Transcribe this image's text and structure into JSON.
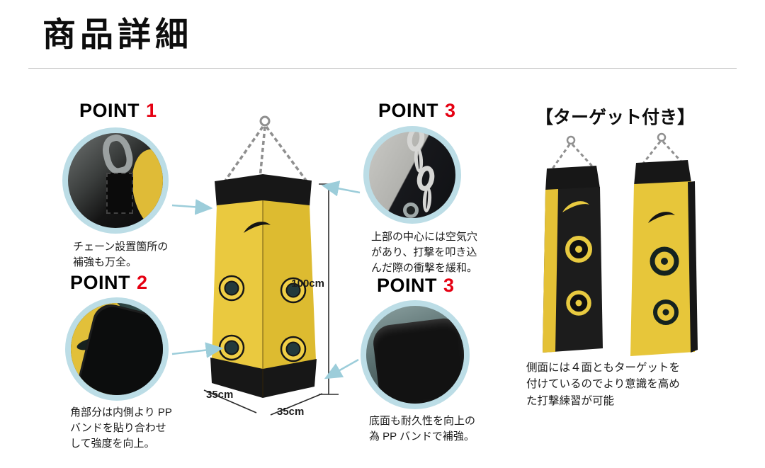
{
  "page": {
    "title": "商品詳細"
  },
  "points": {
    "p1": {
      "label": "POINT",
      "number": "1",
      "description": "チェーン設置箇所の\n補強も万全。"
    },
    "p2": {
      "label": "POINT",
      "number": "2",
      "description": "角部分は内側より PP\nバンドを貼り合わせ\nして強度を向上。"
    },
    "p3": {
      "label": "POINT",
      "number": "3",
      "description": "上部の中心には空気穴\nがあり、打撃を叩き込\nんだ際の衝撃を緩和。"
    },
    "p4": {
      "label": "POINT",
      "number": "3",
      "description": "底面も耐久性を向上の\n為 PP バンドで補強。"
    }
  },
  "dimensions": {
    "height": "100cm",
    "width": "35cm",
    "depth": "35cm"
  },
  "target_section": {
    "heading": "【ターゲット付き】",
    "description": "側面には４面ともターゲットを\n付けているのでより意識を高め\nた打撃練習が可能"
  },
  "colors": {
    "callout_ring": "#bcdde6",
    "bag_yellow": "#e8c63c",
    "bag_black": "#171717",
    "point_number_red": "#e50012",
    "arrow_blue": "#9ccdda"
  }
}
